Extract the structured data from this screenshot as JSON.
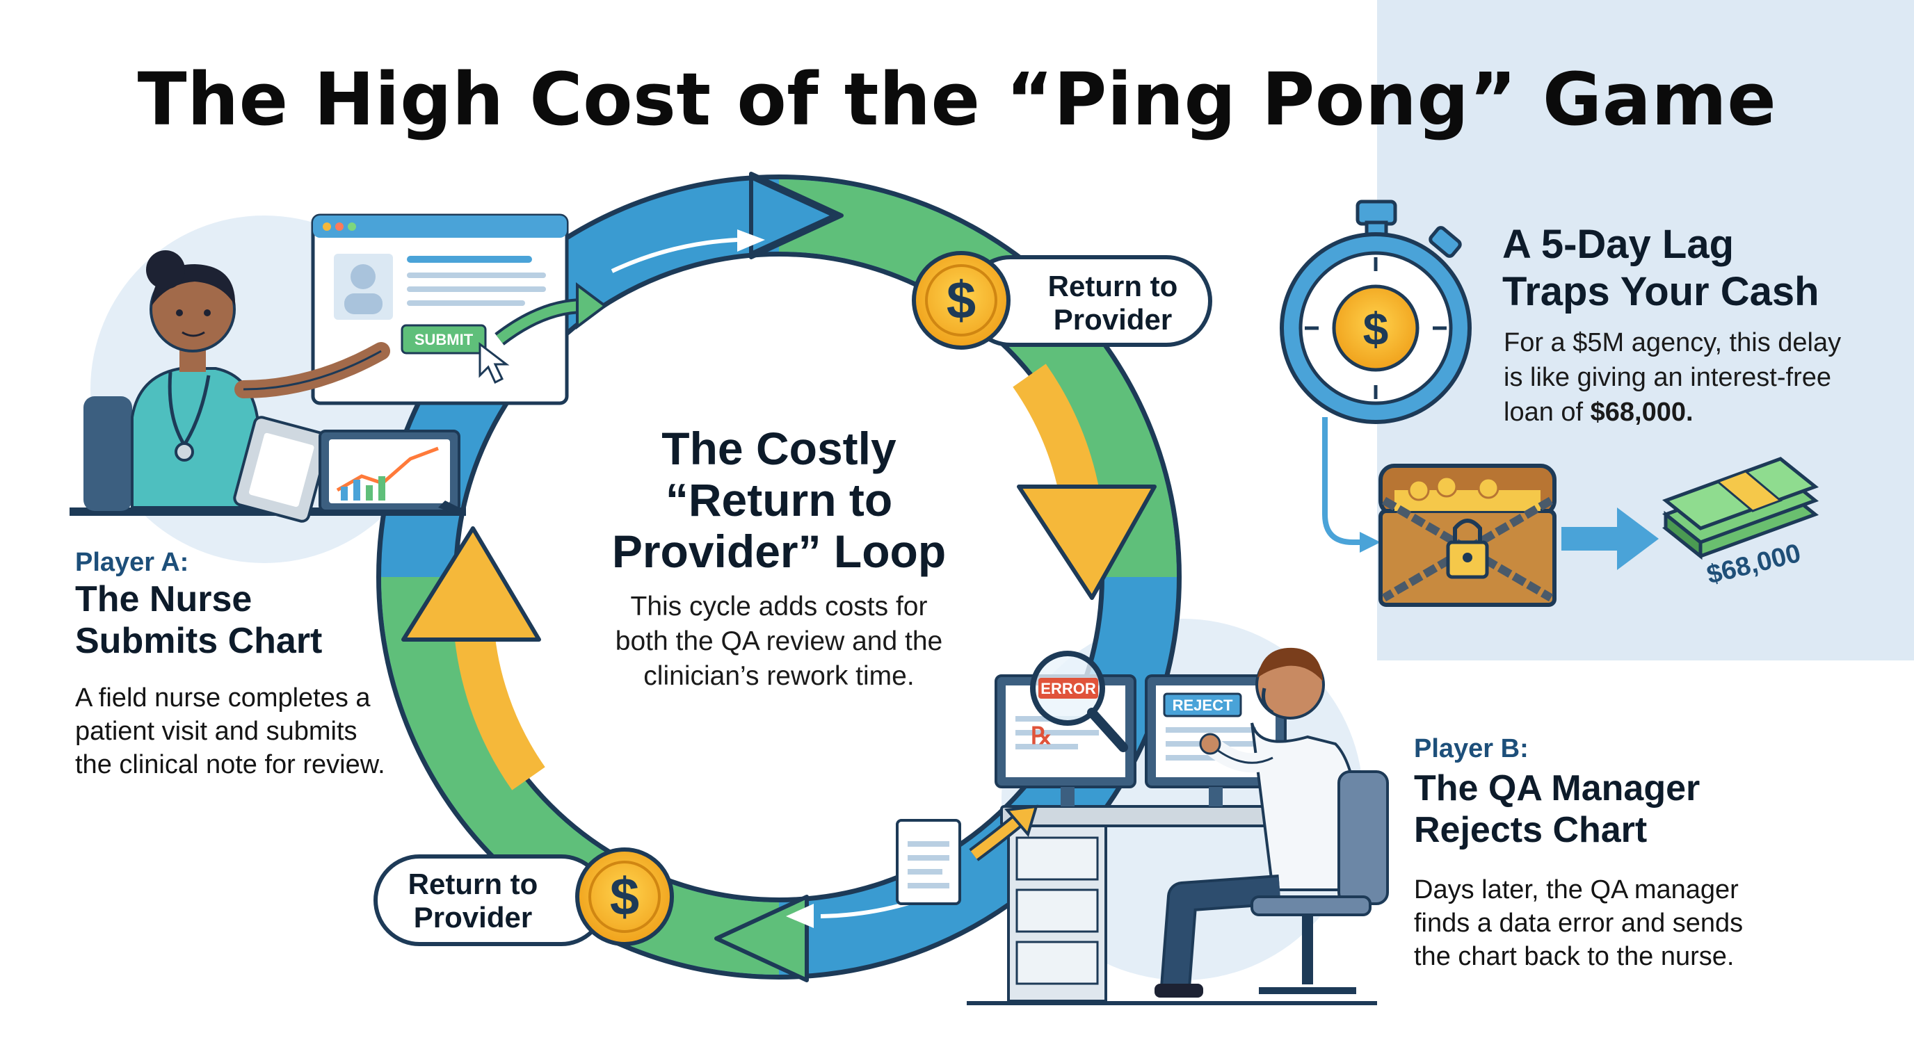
{
  "title": "The High Cost of the “Ping Pong” Game",
  "player_a": {
    "kicker": "Player A:",
    "title_line1": "The Nurse",
    "title_line2": "Submits Chart",
    "desc_line1": "A field nurse completes a",
    "desc_line2": "patient visit and submits",
    "desc_line3": "the clinical note for review.",
    "submit_label": "SUBMIT"
  },
  "player_b": {
    "kicker": "Player B:",
    "title_line1": "The QA Manager",
    "title_line2": "Rejects Chart",
    "desc_line1": "Days later, the QA manager",
    "desc_line2": "finds a data error and sends",
    "desc_line3": "the chart back to the nurse.",
    "error_label": "ERROR",
    "reject_label": "REJECT"
  },
  "loop": {
    "title_line1": "The Costly",
    "title_line2": "“Return to",
    "title_line3": "Provider” Loop",
    "desc_line1": "This cycle adds costs for",
    "desc_line2": "both the QA review and the",
    "desc_line3": "clinician’s rework time.",
    "top_pill_line1": "Return to",
    "top_pill_line2": "Provider",
    "bottom_pill_line1": "Return to",
    "bottom_pill_line2": "Provider",
    "coin_symbol": "$"
  },
  "lag": {
    "title_line1": "A 5-Day Lag",
    "title_line2": "Traps Your Cash",
    "desc_line1": "For a $5M agency, this delay",
    "desc_line2": "is like giving an interest-free",
    "desc_prefix": "loan of ",
    "desc_amount": "$68,000.",
    "money_label": "$68,000"
  },
  "colors": {
    "blue": "#3a9bd1",
    "green": "#5fbf7a",
    "yellow": "#f5b83a",
    "navy": "#1d3a57",
    "panel": "#dceaf5"
  },
  "icons": [
    "stopwatch-icon",
    "treasure-chest-icon",
    "money-stack-icon",
    "dollar-coin-icon",
    "nurse-illustration",
    "qa-manager-illustration",
    "document-icon",
    "magnifier-icon"
  ]
}
